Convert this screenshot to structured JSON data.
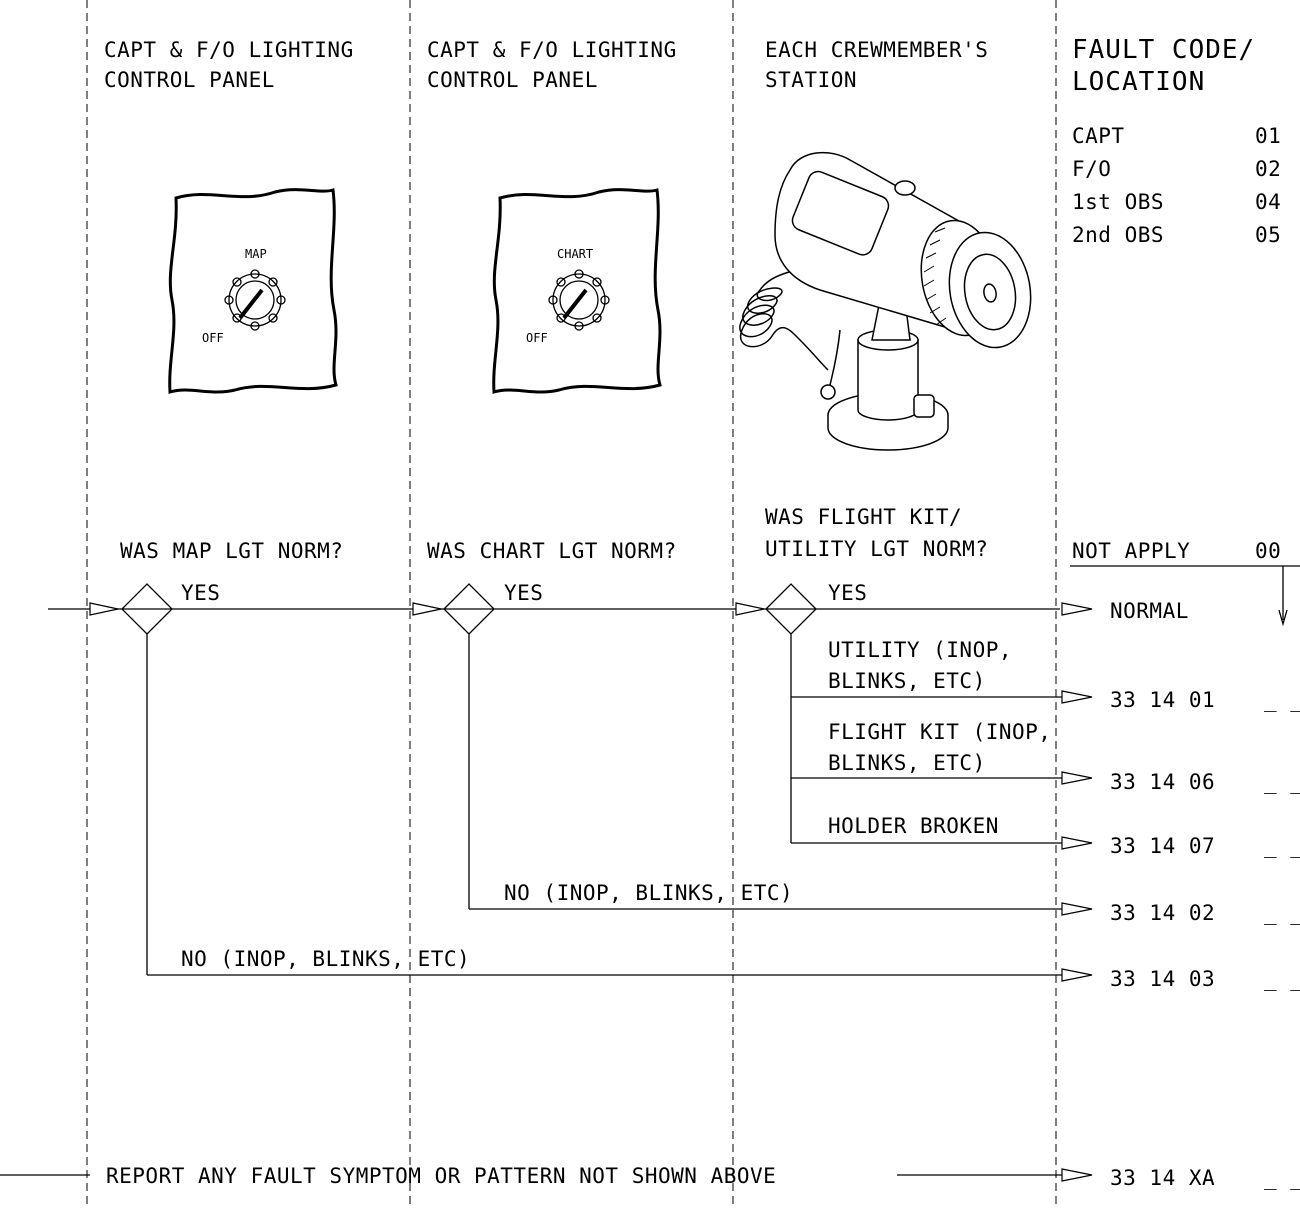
{
  "columns": {
    "col1_line1": "CAPT & F/O LIGHTING",
    "col1_line2": "CONTROL PANEL",
    "col2_line1": "CAPT & F/O LIGHTING",
    "col2_line2": "CONTROL PANEL",
    "col3_line1": "EACH CREWMEMBER'S",
    "col3_line2": "STATION"
  },
  "fault_code_header": {
    "line1": "FAULT CODE/",
    "line2": "LOCATION"
  },
  "locations": [
    {
      "name": "CAPT",
      "code": "01"
    },
    {
      "name": "F/O",
      "code": "02"
    },
    {
      "name": "1st OBS",
      "code": "04"
    },
    {
      "name": "2nd OBS",
      "code": "05"
    }
  ],
  "panels": {
    "map_knob_label": "MAP",
    "map_off_label": "OFF",
    "chart_knob_label": "CHART",
    "chart_off_label": "OFF"
  },
  "questions": {
    "q1": "WAS MAP LGT NORM?",
    "q2": "WAS CHART LGT NORM?",
    "q3_line1": "WAS FLIGHT KIT/",
    "q3_line2": "UTILITY LGT NORM?"
  },
  "not_apply": {
    "label": "NOT APPLY",
    "code": "00"
  },
  "branches": {
    "yes1": "YES",
    "yes2": "YES",
    "yes3": "YES",
    "utility_line1": "UTILITY (INOP,",
    "utility_line2": "BLINKS, ETC)",
    "flightkit_line1": "FLIGHT KIT (INOP,",
    "flightkit_line2": "BLINKS, ETC)",
    "holder": "HOLDER BROKEN",
    "no_chart": "NO (INOP, BLINKS, ETC)",
    "no_map": "NO (INOP, BLINKS, ETC)",
    "report": "REPORT ANY FAULT SYMPTOM OR PATTERN NOT SHOWN ABOVE"
  },
  "results": {
    "normal": "NORMAL",
    "r1": "33 14 01",
    "r2": "33 14 06",
    "r3": "33 14 07",
    "r4": "33 14 02",
    "r5": "33 14 03",
    "r6": "33 14 XA",
    "blank": "_ _"
  }
}
